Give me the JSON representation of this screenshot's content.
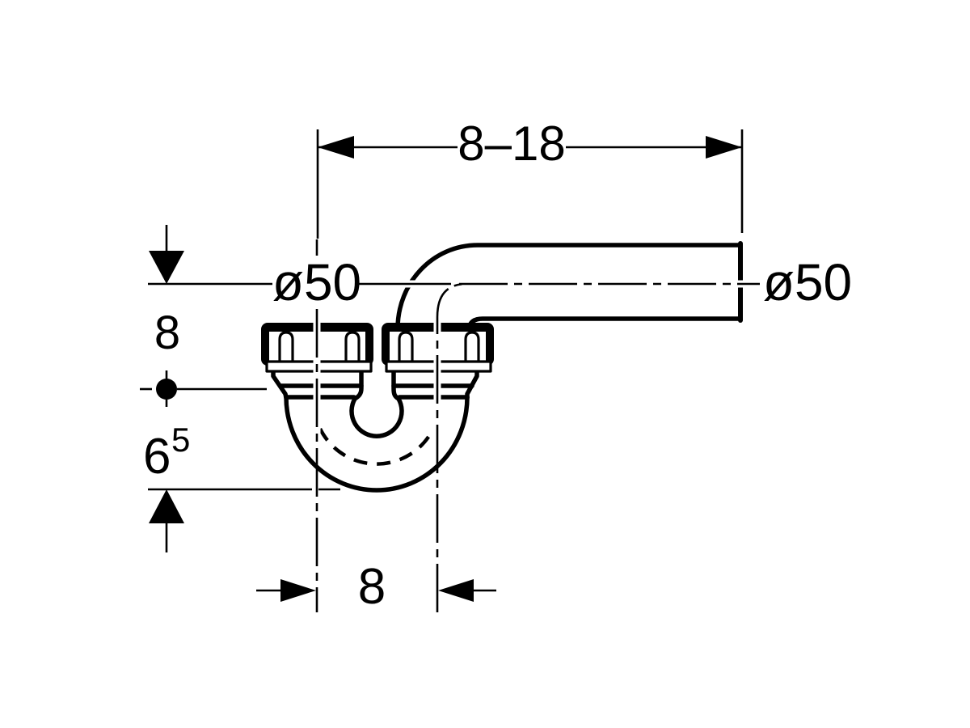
{
  "figure": {
    "type": "technical-drawing",
    "background_color": "#ffffff",
    "line_color": "#000000",
    "labels": {
      "top_span": "8–18",
      "inlet_diameter": "ø50",
      "outlet_diameter": "ø50",
      "upper_height": "8",
      "lower_height_value": "6",
      "lower_height_superscript": "5",
      "inlet_spacing": "8"
    }
  }
}
